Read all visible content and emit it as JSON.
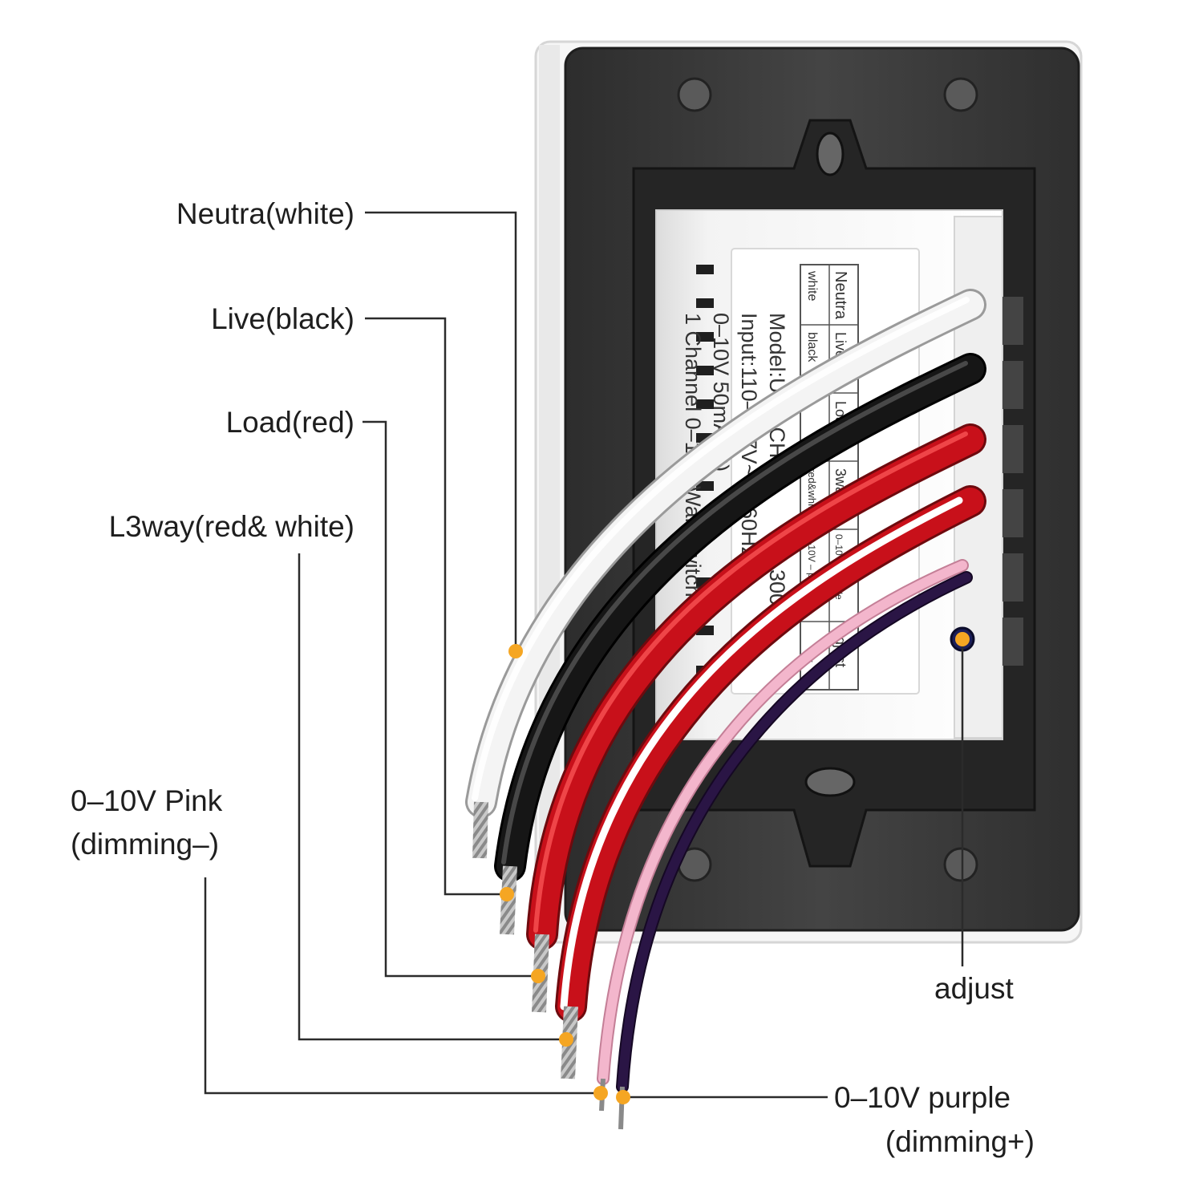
{
  "labels": {
    "neutral": "Neutra(white)",
    "live": "Live(black)",
    "load": "Load(red)",
    "l3way": "L3way(red& white)",
    "pink_line1": "0–10V Pink",
    "pink_line2": "(dimming–)",
    "adjust": "adjust",
    "purple_line1": "0–10V purple",
    "purple_line2": "(dimming+)"
  },
  "sticker": {
    "terminals": [
      {
        "name": "Neutra",
        "color": "white"
      },
      {
        "name": "Live",
        "color": "black"
      },
      {
        "name": "Load",
        "color": ""
      },
      {
        "name": "3way",
        "color": "red&white"
      },
      {
        "name": "0–10V + purple",
        "color": "0–10V – pink"
      },
      {
        "name": "adjust",
        "color": ""
      }
    ],
    "lines": [
      "Model:US-1CH-B",
      "Input:110–277V~50/60Hz",
      "0–10V 50mA (S)",
      "1 Channel 0–10V Wall Switch",
      "300W"
    ]
  },
  "colors": {
    "wire_white": "#f2f2f2",
    "wire_black": "#151515",
    "wire_red": "#c8101a",
    "wire_pink": "#f3b6cc",
    "wire_purple": "#2a1545",
    "marker": "#f5a623",
    "leader": "#2b2b2b",
    "backplate": "#3a3a3a",
    "frame": "#f5f5f5"
  }
}
